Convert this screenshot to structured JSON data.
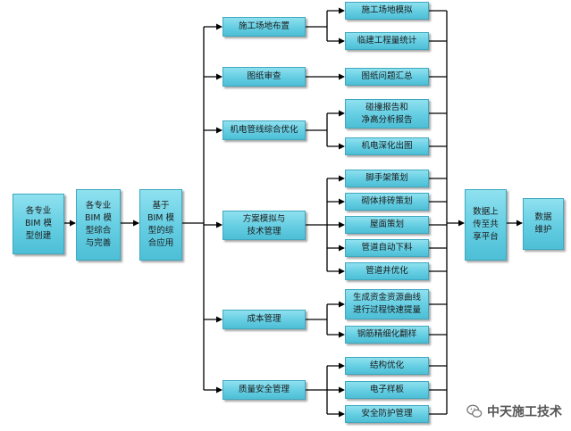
{
  "nodes": {
    "start": "各专业\nBIM 模\n型创建",
    "integrate": "各专业\nBIM 模\n型综合\n与完善",
    "apply": "基于\nBIM 模\n型的综\n合应用",
    "site": "施工场地布置",
    "drawing": "图纸审查",
    "mep": "机电管线综合优化",
    "scheme": "方案模拟与\n技术管理",
    "cost": "成本管理",
    "quality": "质量安全管理",
    "site_sim": "施工场地模拟",
    "temp_qty": "临建工程量统计",
    "drawing_issue": "图纸问题汇总",
    "collision": "碰撞报告和\n净高分析报告",
    "mep_detail": "机电深化出图",
    "scaffold": "脚手架策划",
    "masonry": "砌体排砖策划",
    "roof": "屋面策划",
    "auto_cut": "管道自动下料",
    "well": "管道井优化",
    "fund_curve": "生成资金资源曲线\n进行过程快速提量",
    "rebar": "钢筋精细化翻样",
    "struct_opt": "结构优化",
    "e_sample": "电子样板",
    "safety": "安全防护管理",
    "share": "数据上\n传至共\n享平台",
    "maintain": "数据\n维护"
  },
  "watermark": "中天施工技术",
  "colors": {
    "box_fill": "#64cde2",
    "box_border": "#3ea8bf",
    "line": "#000000"
  }
}
